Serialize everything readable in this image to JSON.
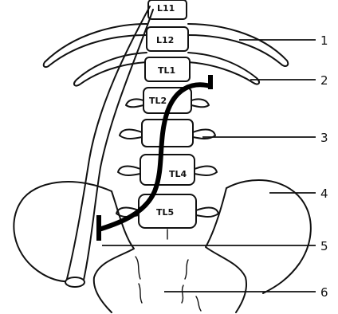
{
  "vertebra_labels": [
    "L11",
    "L12",
    "TL1",
    "TL2",
    "TL4",
    "TL5"
  ],
  "callouts": [
    "1",
    "2",
    "3",
    "4",
    "5",
    "6"
  ]
}
